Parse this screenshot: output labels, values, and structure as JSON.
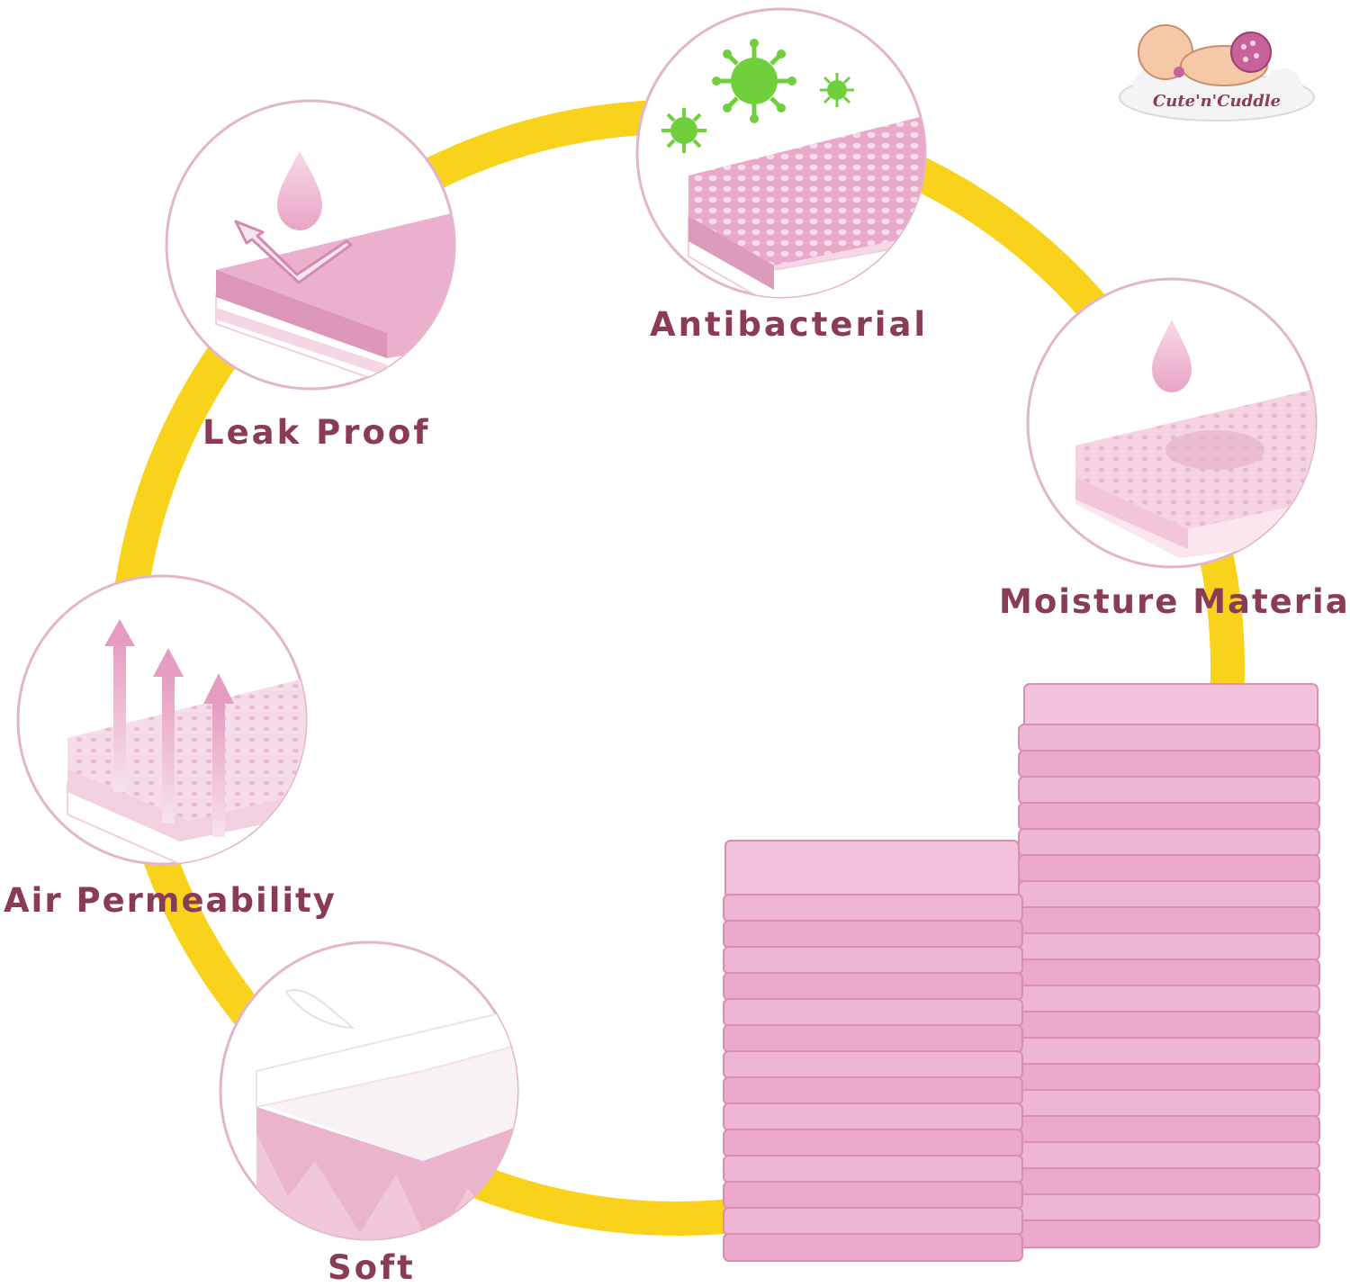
{
  "brand": {
    "name": "Cute'n'Cuddle",
    "text_color": "#8f3a5a"
  },
  "colors": {
    "ring": "#f9d21c",
    "label": "#8a3b55",
    "pad_pink": "#ebb0cc",
    "pad_pink_dark": "#d98fb3",
    "circle_border": "#e2b6c9",
    "germ_green": "#6fcf3c"
  },
  "features": [
    {
      "key": "leak_proof",
      "label": "Leak Proof",
      "icon": "water-drop-arrow-icon"
    },
    {
      "key": "antibacterial",
      "label": "Antibacterial",
      "icon": "germs-icon"
    },
    {
      "key": "moisture_material",
      "label": "Moisture Material",
      "icon": "water-drop-icon"
    },
    {
      "key": "air_permeability",
      "label": "Air Permeability",
      "icon": "up-arrows-icon"
    },
    {
      "key": "soft",
      "label": "Soft",
      "icon": "feather-icon"
    }
  ]
}
